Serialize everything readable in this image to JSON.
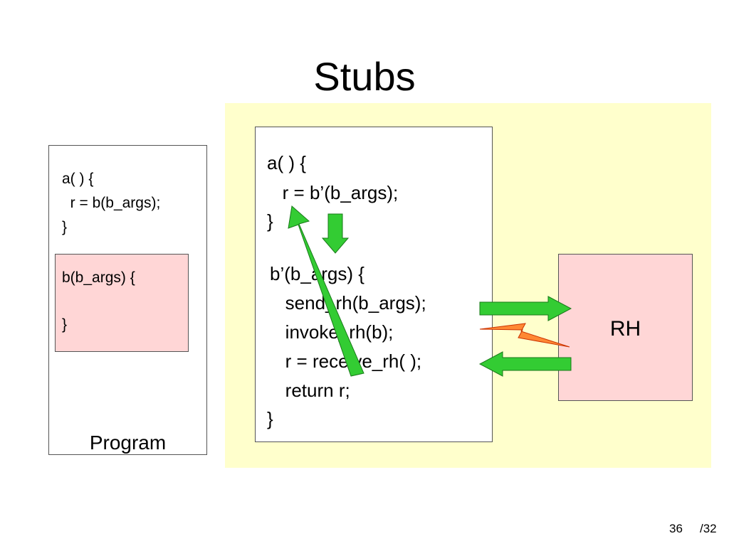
{
  "title": "Stubs",
  "program": {
    "label": "Program",
    "code": [
      "a( ) {",
      "  r = b(b_args);",
      "}"
    ],
    "stub": [
      "b(b_args) {",
      "",
      "}"
    ]
  },
  "stub_box": {
    "code_a": [
      "a( ) {",
      "   r = b’(b_args);",
      "}"
    ],
    "code_b": [
      "b’(b_args) {",
      "   send_rh(b_args);",
      "   invoke_rh(b);",
      "   r = receive_rh( );",
      "   return r;",
      "}"
    ]
  },
  "rh": {
    "label": "RH"
  },
  "footer": {
    "page": "36",
    "total": "/32"
  },
  "colors": {
    "yellow_bg": "#ffffcc",
    "pink_bg": "#ffd6d6",
    "arrow_green": "#33cc33",
    "bolt_orange": "#ff8833"
  },
  "icons": {
    "arrows": "green-arrow-icon",
    "bolt": "lightning-bolt-icon"
  }
}
